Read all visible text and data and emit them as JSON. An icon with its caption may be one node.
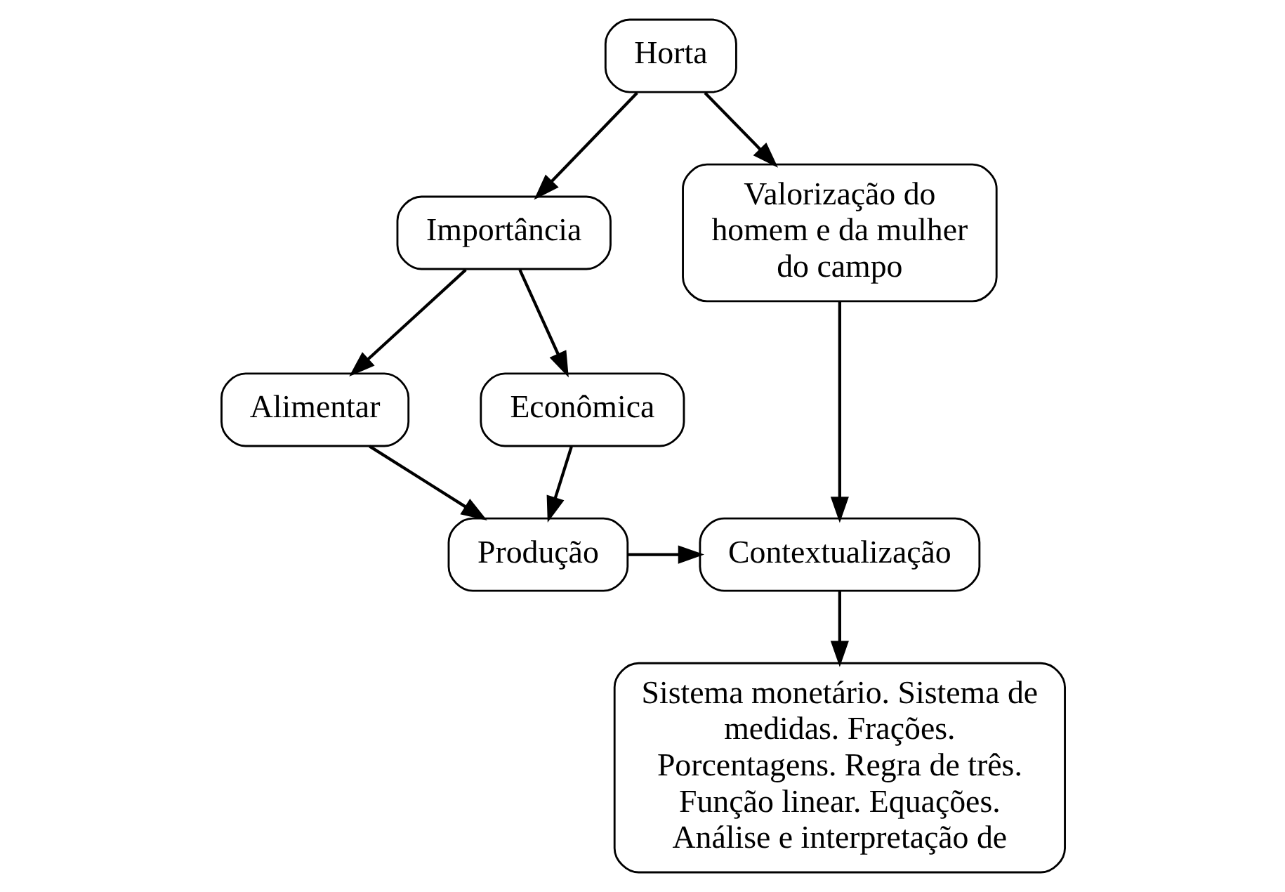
{
  "diagram": {
    "nodes": [
      {
        "text": [
          "Horta"
        ]
      },
      {
        "text": [
          "Valorização do homem e da mulher do campo"
        ]
      },
      {
        "text": [
          "Importância"
        ]
      },
      {
        "text": [
          "Econômica"
        ]
      },
      {
        "text": [
          "Alimentar"
        ]
      },
      {
        "text": [
          "Contextualização"
        ]
      },
      {
        "text": [
          "Produção"
        ]
      },
      {
        "text": [
          "Sistema monetário. Sistema de medidas. Frações. Porcentagens. Regra de três. Função linear. Equações. Análise e interpretação de"
        ]
      }
    ],
    "edges": [
      {
        "from": 0,
        "to": 1,
        "arrow": "to"
      },
      {
        "from": 0,
        "to": 2,
        "arrow": "to"
      },
      {
        "from": 2,
        "to": 3,
        "arrow": "to"
      },
      {
        "from": 2,
        "to": 4,
        "arrow": "to"
      },
      {
        "from": 3,
        "to": 6,
        "arrow": "to"
      },
      {
        "from": 4,
        "to": 6,
        "arrow": "to"
      },
      {
        "from": 1,
        "to": 5,
        "arrow": "to"
      },
      {
        "from": 6,
        "to": 5,
        "arrow": "to"
      },
      {
        "from": 5,
        "to": 7,
        "arrow": "to"
      }
    ]
  }
}
